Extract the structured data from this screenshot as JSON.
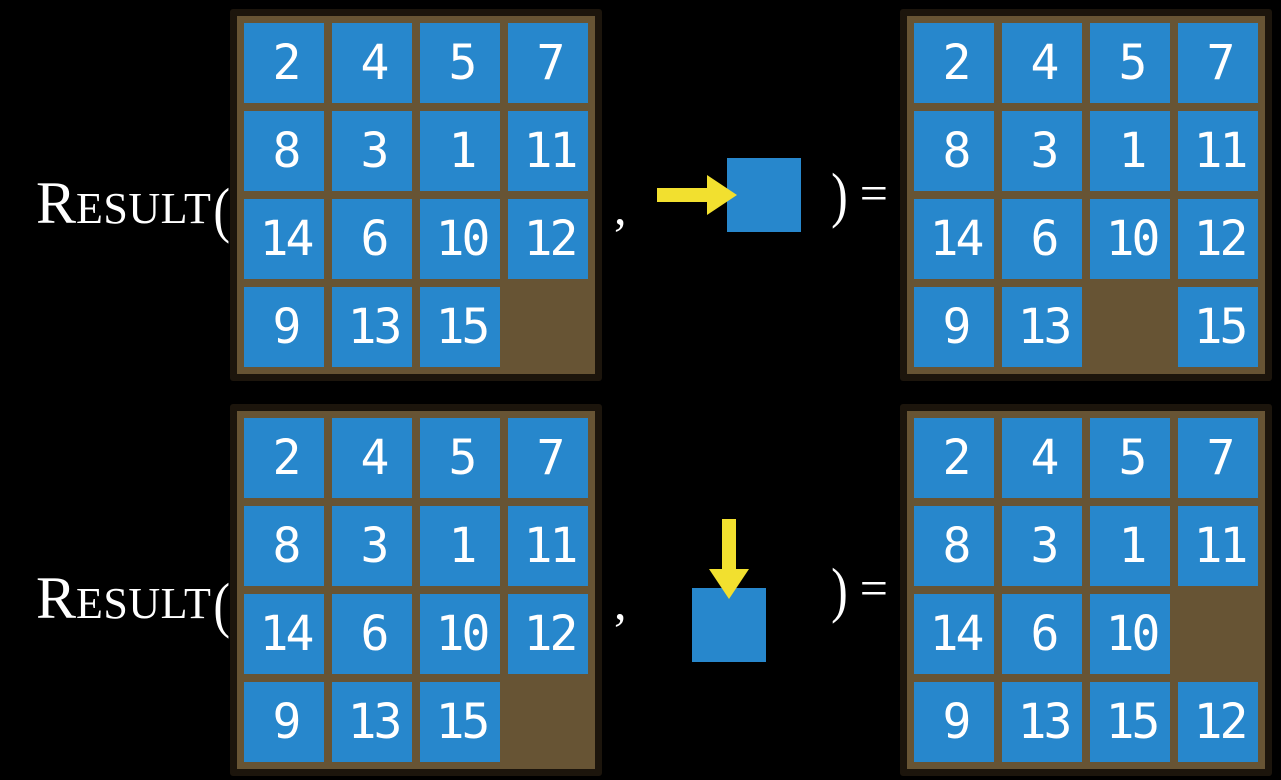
{
  "labels": {
    "result_initial": "R",
    "result_rest": "ESULT",
    "open_paren": "(",
    "comma": ",",
    "close_paren": ")",
    "equals": "="
  },
  "colors": {
    "background": "#000000",
    "tile_blue": "#2787CC",
    "board_brown": "#675434",
    "board_border": "#1C150C",
    "arrow_yellow": "#F2E02F",
    "text_white": "#FFFFFF"
  },
  "icons": {
    "row1_action": "right-arrow-icon",
    "row2_action": "down-arrow-icon"
  },
  "examples": [
    {
      "id": "move-right",
      "action_direction": "right",
      "input_board": [
        [
          "2",
          "4",
          "5",
          "7"
        ],
        [
          "8",
          "3",
          "1",
          "11"
        ],
        [
          "14",
          "6",
          "10",
          "12"
        ],
        [
          "9",
          "13",
          "15",
          ""
        ]
      ],
      "output_board": [
        [
          "2",
          "4",
          "5",
          "7"
        ],
        [
          "8",
          "3",
          "1",
          "11"
        ],
        [
          "14",
          "6",
          "10",
          "12"
        ],
        [
          "9",
          "13",
          "",
          "15"
        ]
      ]
    },
    {
      "id": "move-down",
      "action_direction": "down",
      "input_board": [
        [
          "2",
          "4",
          "5",
          "7"
        ],
        [
          "8",
          "3",
          "1",
          "11"
        ],
        [
          "14",
          "6",
          "10",
          "12"
        ],
        [
          "9",
          "13",
          "15",
          ""
        ]
      ],
      "output_board": [
        [
          "2",
          "4",
          "5",
          "7"
        ],
        [
          "8",
          "3",
          "1",
          "11"
        ],
        [
          "14",
          "6",
          "10",
          ""
        ],
        [
          "9",
          "13",
          "15",
          "12"
        ]
      ]
    }
  ]
}
